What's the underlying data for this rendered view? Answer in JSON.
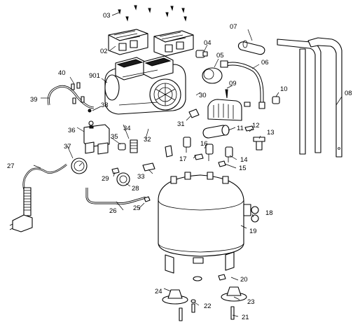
{
  "labels": {
    "l03": "03",
    "l02": "02",
    "l04": "04",
    "l05": "05",
    "l06": "06",
    "l07": "07",
    "l08": "08",
    "l09": "09",
    "l10": "10",
    "l11": "11",
    "l12": "12",
    "l13": "13",
    "l14": "14",
    "l15": "15",
    "l16": "16",
    "l17": "17",
    "l18": "18",
    "l19": "19",
    "l20": "20",
    "l21": "21",
    "l22": "22",
    "l23": "23",
    "l24": "24",
    "l25": "25",
    "l26": "26",
    "l27": "27",
    "l28": "28",
    "l29": "29",
    "l30": "30",
    "l31": "31",
    "l32": "32",
    "l33": "33",
    "l34": "34",
    "l35": "35",
    "l36": "36",
    "l37": "37",
    "l38": "38",
    "l39": "39",
    "l40": "40",
    "l901": "901"
  }
}
